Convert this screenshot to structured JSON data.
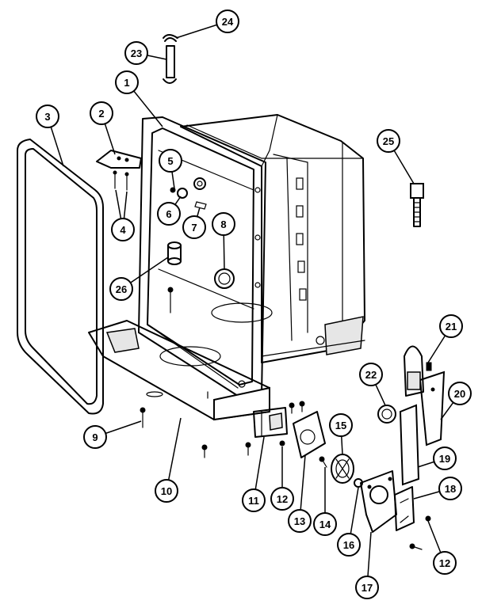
{
  "callouts": [
    "1",
    "2",
    "3",
    "4",
    "5",
    "6",
    "7",
    "8",
    "9",
    "10",
    "11",
    "12",
    "13",
    "14",
    "15",
    "16",
    "17",
    "12",
    "19",
    "20",
    "21",
    "22",
    "23",
    "24",
    "25",
    "26",
    "18"
  ]
}
